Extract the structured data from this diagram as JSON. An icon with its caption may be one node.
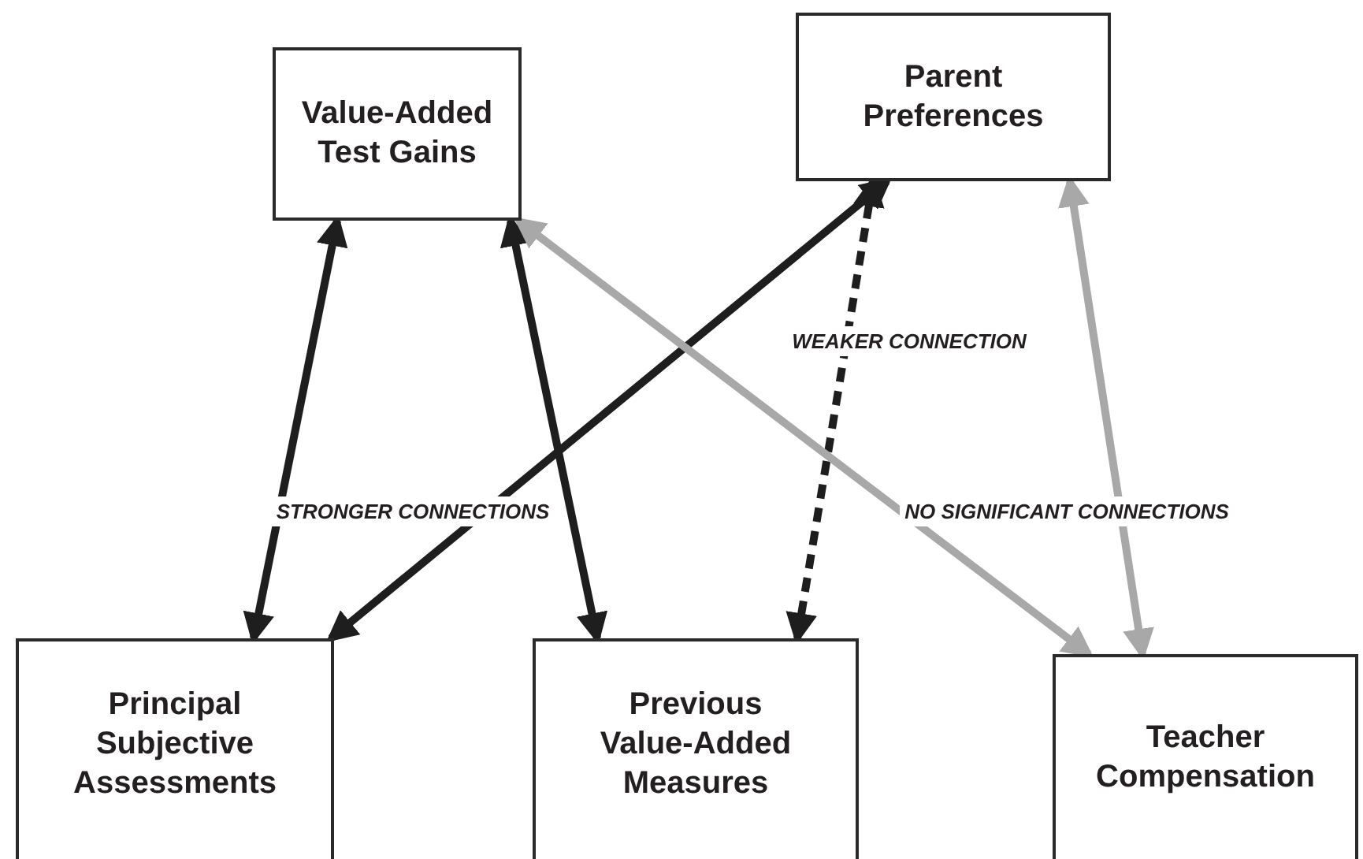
{
  "diagram": {
    "nodes": [
      {
        "text": [
          "Value-Added Test Gains"
        ]
      },
      {
        "text": [
          "Parent Preferences"
        ]
      },
      {
        "text": [
          "Principal Subjective Assessments"
        ]
      },
      {
        "text": [
          "Previous Value-Added Measures"
        ]
      },
      {
        "text": [
          "Teacher Compensation"
        ]
      }
    ],
    "edges": [
      {
        "from": 0,
        "to": 2,
        "arrow": "both"
      },
      {
        "from": 0,
        "to": 3,
        "arrow": "both"
      },
      {
        "from": 1,
        "to": 2,
        "arrow": "both"
      },
      {
        "from": 1,
        "to": 3,
        "arrow": "both",
        "style": "dashed"
      },
      {
        "from": 0,
        "to": 4,
        "arrow": "both",
        "color": "#a8a8a8"
      },
      {
        "from": 1,
        "to": 4,
        "arrow": "both",
        "color": "#a8a8a8"
      }
    ],
    "labels": [
      "WEAKER CONNECTION",
      "STRONGER CONNECTIONS",
      "NO SIGNIFICANT CONNECTIONS"
    ]
  }
}
